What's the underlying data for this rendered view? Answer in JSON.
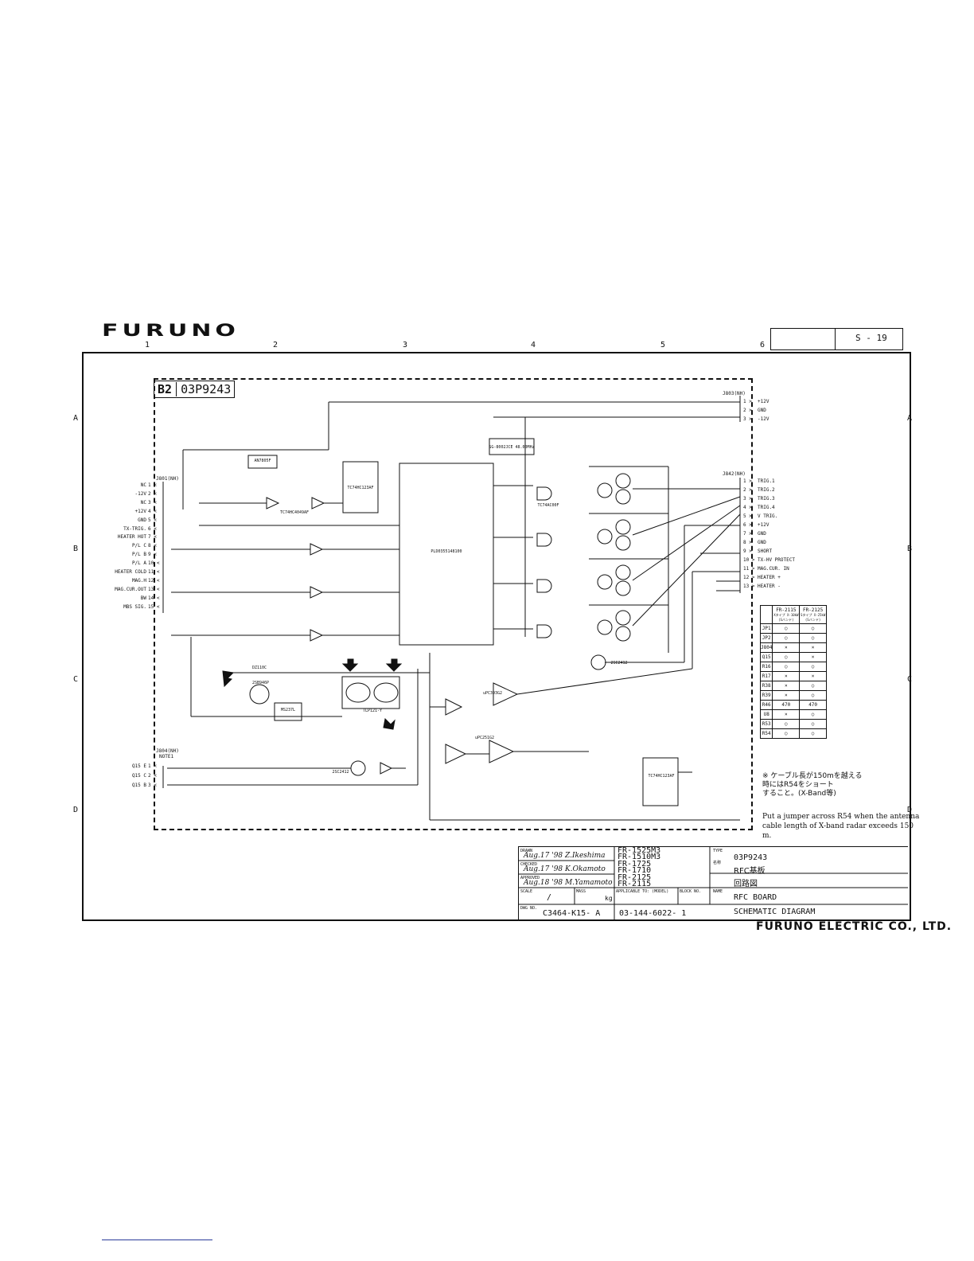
{
  "header": {
    "logo": "FURUNO",
    "page_number": "S - 19",
    "columns": [
      "1",
      "2",
      "3",
      "4",
      "5",
      "6"
    ],
    "rows": [
      "A",
      "B",
      "C",
      "D"
    ]
  },
  "board": {
    "id": "B2",
    "part": "03P9243"
  },
  "connectors": {
    "j801": {
      "name": "J801(NH)",
      "pins": [
        "NC",
        "-12V",
        "NC",
        "+12V",
        "GND",
        "TX-TRIG.",
        "HEATER HOT",
        "P/L C",
        "P/L B",
        "P/L A",
        "HEATER COLD",
        "MAG.H",
        "MAG.CUR.OUT",
        "BW",
        "MBS SIG."
      ]
    },
    "j804": {
      "name": "J804(NH)",
      "note": "NOTE1",
      "pins": [
        "Q15 E",
        "Q15 C",
        "Q15 B"
      ]
    },
    "j803": {
      "name": "J803(NH)",
      "pins": [
        "+12V",
        "GND",
        "-12V"
      ]
    },
    "j842": {
      "name": "J842(NH)",
      "pins": [
        "TRIG.1",
        "TRIG.2",
        "TRIG.3",
        "TRIG.4",
        "V TRIG.",
        "+12V",
        "GND",
        "GND",
        "SHORT",
        "TX-HV PROTECT",
        "MAG.CUR. IN",
        "HEATER +",
        "HEATER -"
      ]
    }
  },
  "components": {
    "u1": "AN7805F",
    "u3": "TC74HC123AF",
    "u4": "PLD0355148100",
    "u5": "SG-8002JCE 48.00MHz",
    "u8": "TLP121-Y",
    "q15": "2SB946P",
    "u7": "MS237L",
    "u6": "TC74AC00F",
    "inv": "TC74HC4049AF",
    "u9": "uPC393G2",
    "u10": "uPC251G2",
    "q13": "2SC2412",
    "q11": "2SC2412",
    "cr5": "DZ110C"
  },
  "option_table": {
    "headers": [
      "",
      "FR-2115",
      "FR-2125"
    ],
    "subheaders": [
      "",
      "Xタイプ X-10kW (Sバンド)",
      "Sタイプ X-25kW (Sバンド)"
    ],
    "rows": [
      [
        "JP1",
        "○",
        "○"
      ],
      [
        "JP2",
        "○",
        "○"
      ],
      [
        "J804",
        "×",
        "×"
      ],
      [
        "Q15",
        "○",
        "×"
      ],
      [
        "R16",
        "○",
        "○"
      ],
      [
        "R17",
        "×",
        "×"
      ],
      [
        "R38",
        "×",
        "○"
      ],
      [
        "R39",
        "×",
        "○"
      ],
      [
        "R46",
        "470",
        "470"
      ],
      [
        "U8",
        "×",
        "○"
      ],
      [
        "R53",
        "○",
        "○"
      ],
      [
        "R54",
        "○",
        "○"
      ]
    ]
  },
  "notes": {
    "japanese": [
      "※ ケーブル長が150mを越える",
      "時にはR54をショート",
      "すること。(X-Band等)"
    ],
    "english": "Put a jumper across R54 when the antenna cable length of X-band radar exceeds 150 m."
  },
  "title_block": {
    "drawn_label": "DRAWN",
    "drawn": "Aug.17 '98 Z.Ikeshima",
    "checked_label": "CHECKED",
    "checked": "Aug.17 '98 K.Okamoto",
    "approved_label": "APPROVED",
    "approved": "Aug.18 '98 M.Yamamoto",
    "scale_label": "SCALE",
    "scale": "/",
    "mass_label": "MASS",
    "mass_unit": "kg",
    "dwg_no_label": "DWG NO.",
    "dwg_no": "C3464-K15- A",
    "models": [
      "FR-1525M3",
      "FR-1510M3",
      "FR-1725",
      "FR-1710",
      "FR-2125",
      "FR-2115"
    ],
    "applicable_label": "APPLICABLE TO: (MODEL)",
    "applicable": "03-144-6022- 1",
    "block_no_label": "BLOCK NO.",
    "type_label": "TYPE",
    "type": "03P9243",
    "name_jp_label": "名称",
    "name_jp": "RFC基板",
    "circuit_jp": "回路図",
    "name_label": "NAME",
    "name": "RFC BOARD",
    "diagram": "SCHEMATIC DIAGRAM"
  },
  "company": "FURUNO ELECTRIC CO., LTD."
}
